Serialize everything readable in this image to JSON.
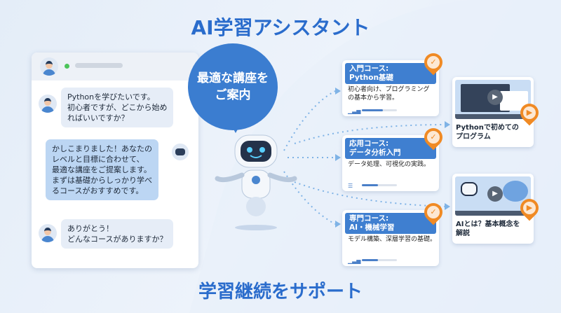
{
  "title": "AI学習アシスタント",
  "footer": "学習継続をサポート",
  "speech": "最適な講座を\nご案内",
  "chat": {
    "messages": [
      {
        "from": "user",
        "text": "Pythonを学びたいです。\n初心者ですが、どこから始め\nればいいですか？"
      },
      {
        "from": "bot",
        "text": "かしこまりました！あなたの\nレベルと目標に合わせて、\n最適な講座をご提案します。\nまずは基礎からしっかり学べ\nるコースがおすすめです。"
      },
      {
        "from": "user",
        "text": "ありがとう！\nどんなコースがありますか？"
      }
    ]
  },
  "courses": [
    {
      "title": "入門コース:\nPython基礎",
      "desc": "初心者向け、プログラミング\nの基本から学習。",
      "progress": 0.6,
      "icon": "bar-chart-icon"
    },
    {
      "title": "応用コース:\nデータ分析入門",
      "desc": "データ処理、可視化の実践。",
      "progress": 0.45,
      "icon": "list-icon"
    },
    {
      "title": "専門コース:\nAI・機械学習",
      "desc": "モデル構築、深層学習の基礎。",
      "progress": 0.45,
      "icon": "bar-chart-icon"
    }
  ],
  "videos": [
    {
      "title": "Pythonで初めての\nプログラム"
    },
    {
      "title": "AIとは？基本概念を\n解説"
    }
  ],
  "colors": {
    "accent": "#2a6ccc",
    "orange": "#f08a24",
    "bubble": "#3b7dd0"
  }
}
